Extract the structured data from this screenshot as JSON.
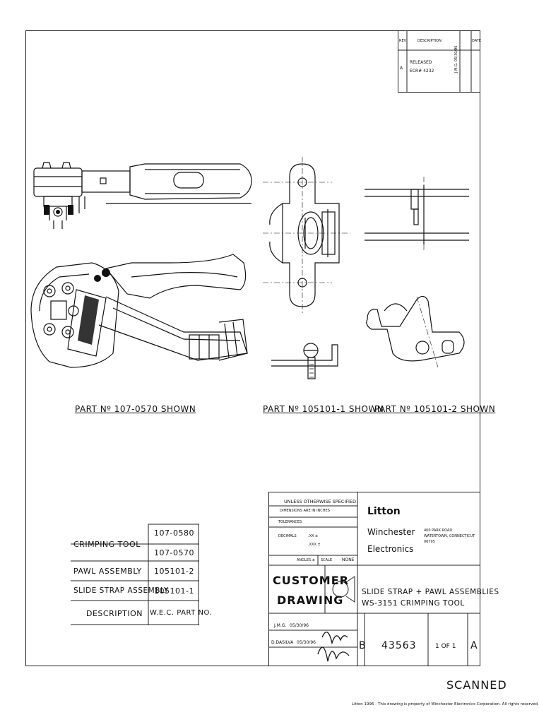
{
  "revision_block": {
    "col_rev": "REV",
    "col_description": "DESCRIPTION",
    "col_date": "DATE",
    "rev": "A",
    "description_line1": "RELEASED",
    "description_line2": "ECR# 4232",
    "signoff": "J.M.G. 05/30/96"
  },
  "views": {
    "label_1": "PART Nº 107-0570 SHOWN",
    "label_2": "PART Nº 105101-1 SHOWN",
    "label_3": "PART Nº 105101-2 SHOWN"
  },
  "parts_list": {
    "rows": [
      {
        "description": "",
        "part_no": "107-0580"
      },
      {
        "description": "CRIMPING TOOL",
        "part_no": "107-0570"
      },
      {
        "description": "PAWL ASSEMBLY",
        "part_no": "105101-2"
      },
      {
        "description": "SLIDE STRAP ASSEMBLY",
        "part_no": "105101-1"
      }
    ],
    "header_description": "DESCRIPTION",
    "header_part_no": "W.E.C. PART NO."
  },
  "title_block": {
    "unless": "UNLESS OTHERWISE SPECIFIED",
    "dims": "DIMENSIONS ARE IN INCHES",
    "tolerances": "TOLERANCES",
    "decimals": "DECIMALS",
    "tol_a": ".XX ±",
    "tol_b": ".XXX ±",
    "angles": "ANGLES ±",
    "scale_label": "SCALE",
    "scale_value": "NONE",
    "company": "Litton",
    "company_sub1": "Winchester",
    "company_sub2": "Electronics",
    "address1": "400 PARK ROAD",
    "address2": "WATERTOWN, CONNECTICUT",
    "address3": "06795",
    "customer_line1": "CUSTOMER",
    "customer_line2": "DRAWING",
    "title_line1": "SLIDE STRAP + PAWL ASSEMBLIES",
    "title_line2": "WS-3151 CRIMPING TOOL",
    "drawn_by": "J.M.G.",
    "drawn_date": "05/30/96",
    "approved_by": "D.DASILVA",
    "approved_date": "05/30/96",
    "size": "B",
    "dwg_no": "43563",
    "sheet": "1 OF 1",
    "rev": "A"
  },
  "stamp": "SCANNED",
  "footer": "Litton 1996 - This drawing is property of Winchester Electronics Corporation. All rights reserved."
}
